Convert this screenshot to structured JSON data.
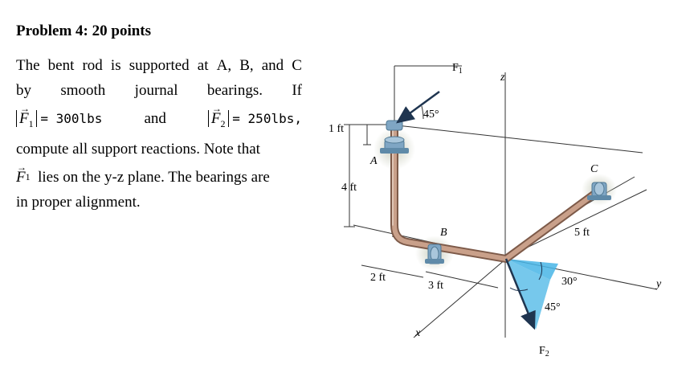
{
  "problem": {
    "title": "Problem 4: 20 points",
    "line1": [
      "The",
      "bent",
      "rod",
      "is",
      "supported",
      "at",
      "A,",
      "B,",
      "and",
      "C"
    ],
    "line2": [
      "by",
      "smooth",
      "journal",
      "bearings.",
      "If"
    ],
    "f1_symbol": "F",
    "f1_sub": "1",
    "f1_value": "= 300lbs",
    "and_word": "and",
    "f2_symbol": "F",
    "f2_sub": "2",
    "f2_value": "= 250lbs,",
    "line4": "compute all support reactions. Note that",
    "line5_rest": "lies on the y-z plane. The bearings are",
    "line6": "in proper alignment."
  },
  "figure": {
    "labels": {
      "F1": "F",
      "F1_sub": "1",
      "z": "z",
      "angle_45_top": "45°",
      "dim_1ft": "1 ft",
      "A": "A",
      "dim_4ft": "4 ft",
      "C": "C",
      "B": "B",
      "dim_5ft": "5 ft",
      "dim_2ft": "2 ft",
      "dim_3ft": "3 ft",
      "angle_30": "30°",
      "y": "y",
      "angle_45_bottom": "45°",
      "x": "x",
      "F2": "F",
      "F2_sub": "2"
    },
    "colors": {
      "rod": "#b08a76",
      "rod_shadow": "#7d5a49",
      "bearing": "#7fa6c4",
      "bearing_dark": "#4f7893",
      "glow": "#c9cdbc",
      "force": "#1f3550",
      "angle_fill": "#48b5e6"
    }
  }
}
